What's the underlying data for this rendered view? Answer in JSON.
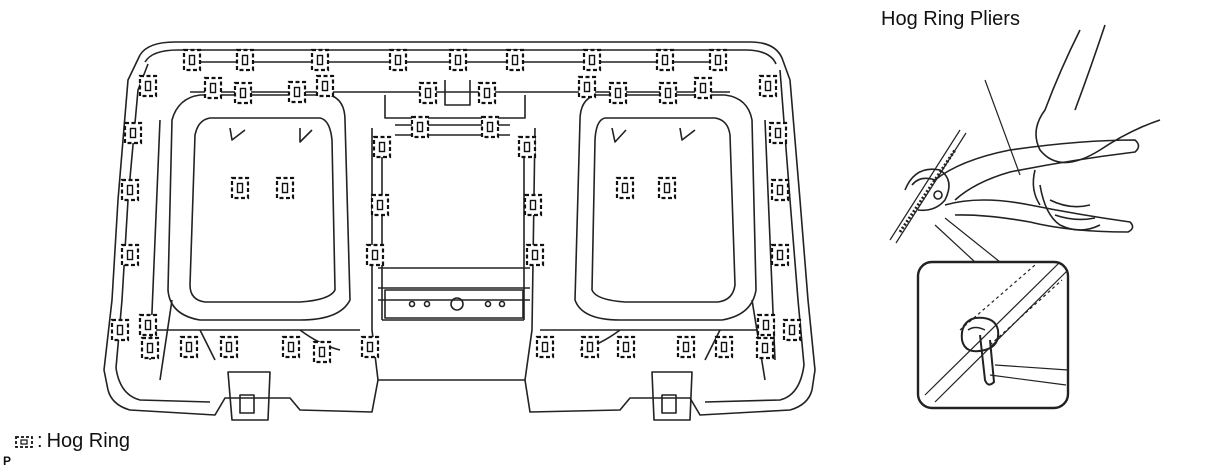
{
  "labels": {
    "pliers": "Hog Ring Pliers",
    "legend": "Hog Ring",
    "legend_separator": ":",
    "page_code": "P"
  },
  "icons": {
    "hog_ring_marker": "hog-ring-marker-icon"
  },
  "colors": {
    "line": "#1a1a1a",
    "background": "#ffffff"
  }
}
